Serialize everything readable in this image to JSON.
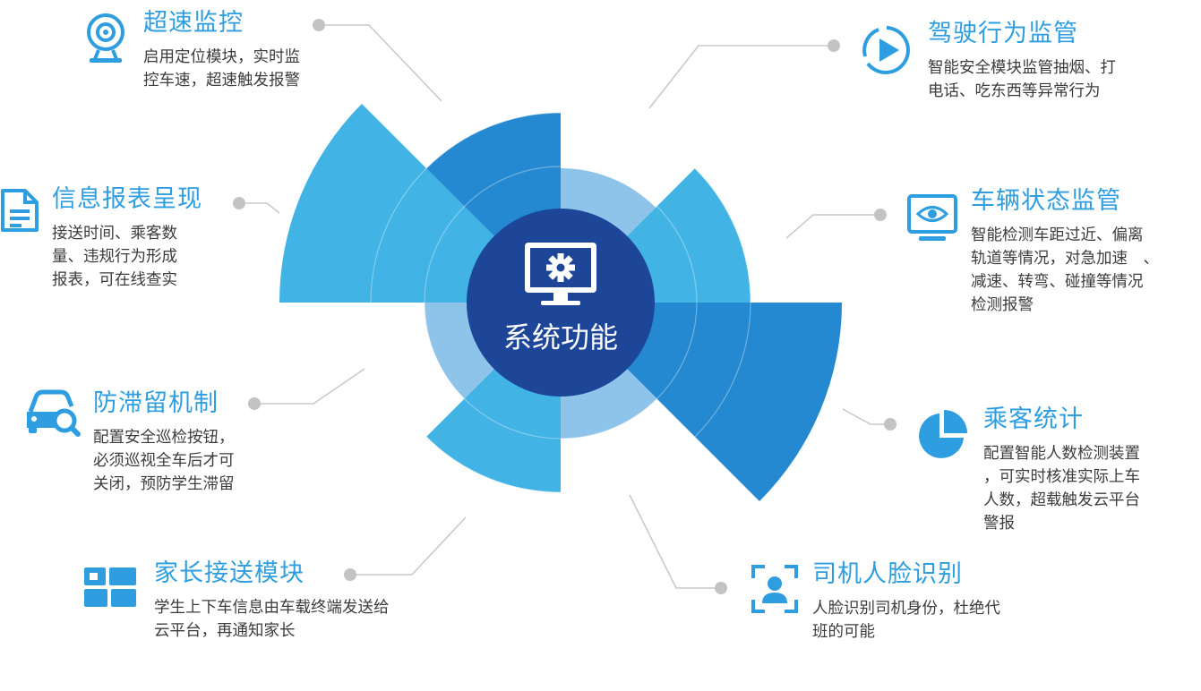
{
  "center": {
    "label": "系统功能",
    "icon": "monitor-gear-icon"
  },
  "colors": {
    "accent": "#2f9ee0",
    "petal_light": "#8ec3ea",
    "petal_mid": "#41b3e5",
    "petal_dark": "#2489d0",
    "center": "#1d4698",
    "connector": "#c8c8c8",
    "dot": "#c3c3c3"
  },
  "features": [
    {
      "id": "overspeed",
      "title": "超速监控",
      "desc": "启用定位模块，实时监\n控车速，超速触发报警",
      "icon": "webcam-icon"
    },
    {
      "id": "report",
      "title": "信息报表呈现",
      "desc": "接送时间、乘客数\n量、违规行为形成\n报表，可在线查实",
      "icon": "document-icon"
    },
    {
      "id": "anti-stay",
      "title": "防滞留机制",
      "desc": "配置安全巡检按钮，\n必须巡视全车后才可\n关闭，预防学生滞留",
      "icon": "car-search-icon"
    },
    {
      "id": "parent",
      "title": "家长接送模块",
      "desc": "学生上下车信息由车载终端发送给\n云平台，再通知家长",
      "icon": "panels-icon"
    },
    {
      "id": "driving",
      "title": "驾驶行为监管",
      "desc": "智能安全模块监管抽烟、打\n电话、吃东西等异常行为",
      "icon": "play-icon"
    },
    {
      "id": "vehicle",
      "title": "车辆状态监管",
      "desc": "智能检测车距过近、偏离\n轨道等情况，对急加速　、\n减速、转弯、碰撞等情况\n检测报警",
      "icon": "eye-monitor-icon"
    },
    {
      "id": "passenger",
      "title": "乘客统计",
      "desc": "配置智能人数检测装置\n，可实时核准实际上车\n人数，超载触发云平台\n警报",
      "icon": "pie-chart-icon"
    },
    {
      "id": "face",
      "title": "司机人脸识别",
      "desc": "人脸识别司机身份，杜绝代\n班的可能",
      "icon": "face-scan-icon"
    }
  ]
}
